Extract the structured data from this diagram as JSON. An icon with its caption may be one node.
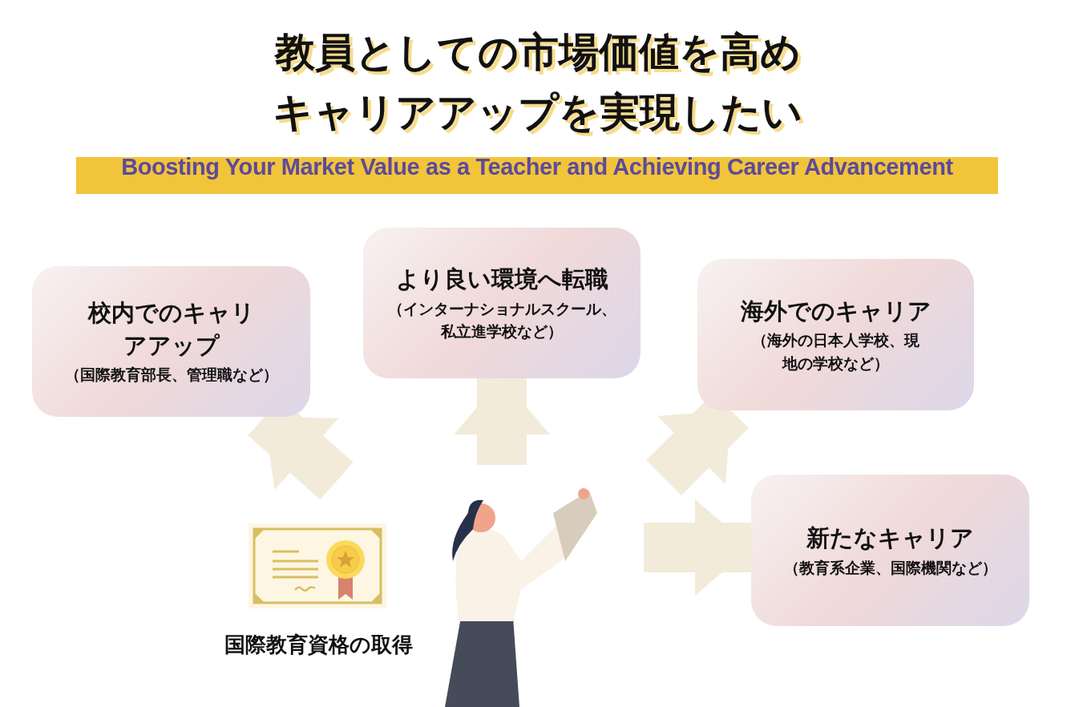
{
  "diagram": {
    "title": "教員としての市場価値を高めキャリアアップを実現したい",
    "nodes": [
      {
        "text": [
          "校内でのキャリアアップ",
          "（国際教育部長、管理職など）"
        ]
      },
      {
        "text": [
          "より良い環境へ転職",
          "（インターナショナルスクール、私立進学校など）"
        ]
      },
      {
        "text": [
          "海外でのキャリア",
          "（海外の日本人学校、現地の学校など）"
        ]
      },
      {
        "text": [
          "新たなキャリア",
          "（教育系企業、国際機関など）"
        ]
      },
      {
        "text": [
          "国際教育資格の取得"
        ]
      }
    ],
    "edges": [
      {
        "from": null,
        "to": 0,
        "arrow": "to"
      },
      {
        "from": null,
        "to": 1,
        "arrow": "to"
      },
      {
        "from": null,
        "to": 2,
        "arrow": "to"
      },
      {
        "from": null,
        "to": 3,
        "arrow": "to"
      }
    ],
    "labels": [
      "Boosting Your Market Value as a Teacher and Achieving Career Advancement"
    ]
  }
}
